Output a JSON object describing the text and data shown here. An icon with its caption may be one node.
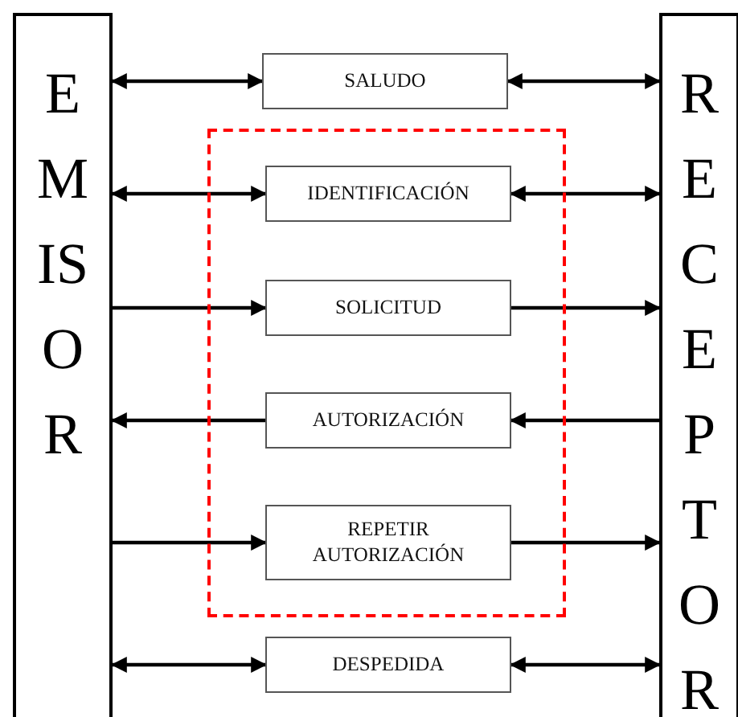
{
  "diagram": {
    "nodes": [
      {
        "text": [
          "EMISOR"
        ]
      },
      {
        "text": [
          "RECEPTOR"
        ]
      },
      {
        "text": [
          "SALUDO"
        ]
      },
      {
        "text": [],
        "shape": "box"
      },
      {
        "text": [
          "IDENTIFICACIÓN"
        ],
        "in": 3
      },
      {
        "text": [
          "SOLICITUD"
        ],
        "in": 3
      },
      {
        "text": [
          "AUTORIZACIÓN"
        ],
        "in": 3
      },
      {
        "text": [
          "REPETIR AUTORIZACIÓN"
        ],
        "in": 3
      },
      {
        "text": [
          "DESPEDIDA"
        ]
      }
    ],
    "edges": [
      {
        "from": 0,
        "to": 2,
        "arrow": "both"
      },
      {
        "from": 2,
        "to": 1,
        "arrow": "both"
      },
      {
        "from": 0,
        "to": 4,
        "arrow": "both"
      },
      {
        "from": 4,
        "to": 1,
        "arrow": "both"
      },
      {
        "from": 0,
        "to": 5,
        "arrow": "to"
      },
      {
        "from": 5,
        "to": 1,
        "arrow": "to"
      },
      {
        "from": 6,
        "to": 0,
        "arrow": "to"
      },
      {
        "from": 1,
        "to": 6,
        "arrow": "to"
      },
      {
        "from": 0,
        "to": 7,
        "arrow": "to"
      },
      {
        "from": 7,
        "to": 1,
        "arrow": "to"
      },
      {
        "from": 0,
        "to": 8,
        "arrow": "both"
      },
      {
        "from": 8,
        "to": 1,
        "arrow": "both"
      }
    ]
  }
}
